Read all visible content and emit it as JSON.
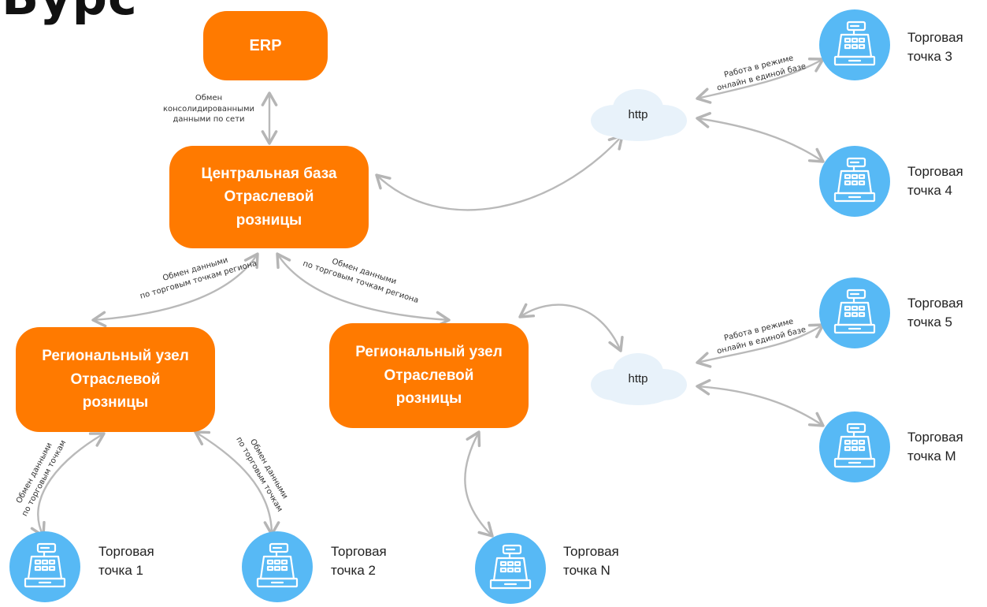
{
  "heading": "Бурс",
  "nodes": {
    "erp": "ERP",
    "central": "Центральная база\nОтраслевой\nрозницы",
    "regional_1": "Региональный узел\nОтраслевой\nрозницы",
    "regional_2": "Региональный узел\nОтраслевой\nрозницы"
  },
  "clouds": {
    "top": "http",
    "bottom": "http"
  },
  "points": {
    "p1": "Торговая\nточка 1",
    "p2": "Торговая\nточка 2",
    "pN": "Торговая\nточка N",
    "p3": "Торговая\nточка 3",
    "p4": "Торговая\nточка 4",
    "p5": "Торговая\nточка 5",
    "pM": "Торговая\nточка M"
  },
  "annotations": {
    "erp_exchange": "Обмен\nконсолидированными\nданными по сети",
    "central_left": "Обмен данными\nпо торговым точкам региона",
    "central_right": "Обмен данными\nпо торговым точкам региона",
    "reg1_left": "Обмен данными\nпо торговым точкам",
    "reg1_right": "Обмен данными\nпо торговым точкам",
    "online_top": "Работа в режиме\nонлайн в единой базе",
    "online_bottom": "Работа в режиме\nонлайн в единой базе"
  },
  "colors": {
    "node": "#ff7a00",
    "point_circle": "#57b9f5",
    "cloud": "#e8f2fa",
    "arrow": "#b9b9b9"
  }
}
